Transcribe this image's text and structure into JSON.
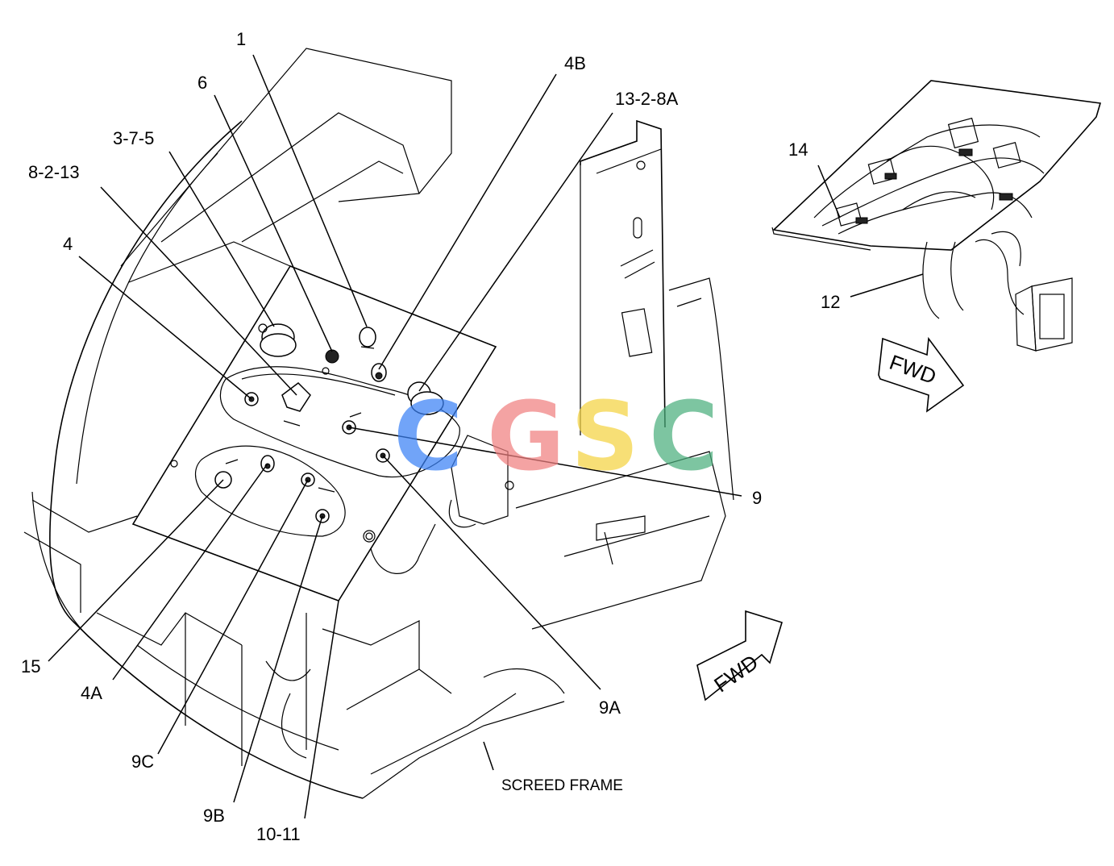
{
  "callouts": {
    "c1": "1",
    "c6": "6",
    "c375": "3-7-5",
    "c8213": "8-2-13",
    "c4": "4",
    "c4b": "4B",
    "c1328a": "13-2-8A",
    "c9": "9",
    "c9a": "9A",
    "c15": "15",
    "c4a": "4A",
    "c9c": "9C",
    "c9b": "9B",
    "c1011": "10-11",
    "c14": "14",
    "c12": "12"
  },
  "labels": {
    "screed_frame": "SCREED FRAME",
    "fwd_main": "FWD",
    "fwd_inset": "FWD"
  },
  "watermark": {
    "letters": [
      "C",
      "G",
      "S",
      "C"
    ],
    "colors": [
      "#3b82f6",
      "#f08080",
      "#f5d442",
      "#4caf7d"
    ]
  }
}
